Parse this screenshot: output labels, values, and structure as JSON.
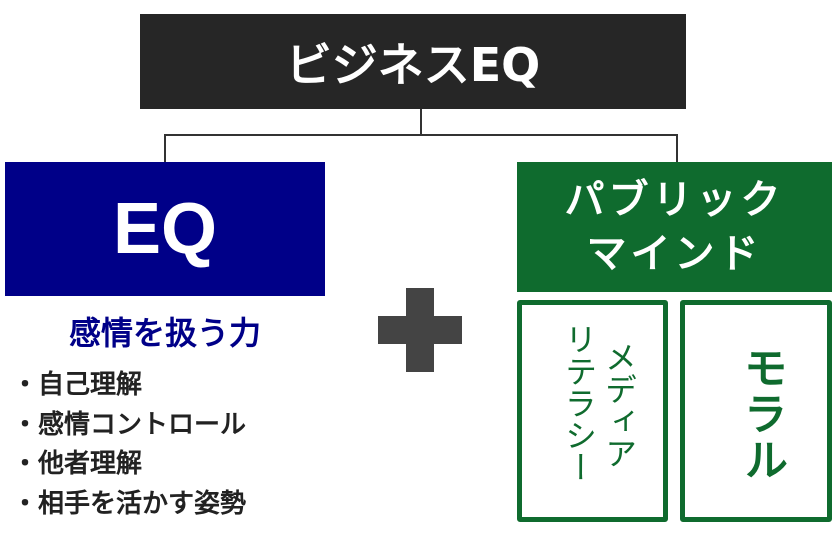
{
  "title": "ビジネスEQ",
  "eq": {
    "label": "EQ",
    "subtitle": "感情を扱う力",
    "items": [
      "・自己理解",
      "・感情コントロール",
      "・他者理解",
      "・相手を活かす姿勢"
    ]
  },
  "public_mind": {
    "line1": "パブリック",
    "line2": "マインド",
    "media_col1": "メディア",
    "media_col2": "リテラシー",
    "moral": "モラル"
  },
  "colors": {
    "dark": "#262626",
    "navy": "#000088",
    "green": "#0f6b2e",
    "plus": "#444444"
  }
}
